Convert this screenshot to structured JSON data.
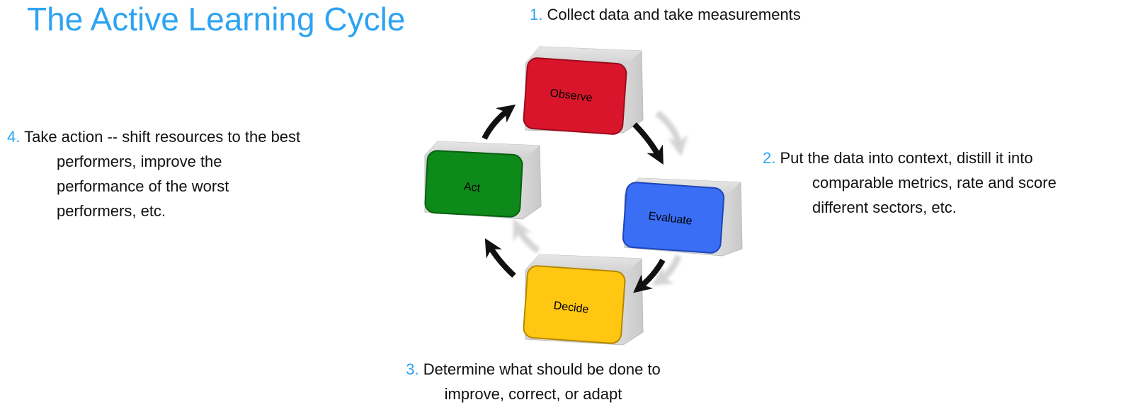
{
  "title": "The Active Learning Cycle",
  "stages": {
    "observe": {
      "label": "Observe",
      "color": "#d9152c"
    },
    "evaluate": {
      "label": "Evaluate",
      "color": "#3a6ef5"
    },
    "decide": {
      "label": "Decide",
      "color": "#ffc612"
    },
    "act": {
      "label": "Act",
      "color": "#0e8a1a"
    }
  },
  "steps": {
    "s1": {
      "num": "1.",
      "lines": [
        "Collect data and take measurements"
      ]
    },
    "s2": {
      "num": "2.",
      "lines": [
        "Put the data into context, distill it into",
        "comparable metrics, rate and score",
        "different sectors, etc."
      ]
    },
    "s3": {
      "num": "3.",
      "lines": [
        "Determine what should be done to",
        "improve, correct, or adapt"
      ]
    },
    "s4": {
      "num": "4.",
      "lines": [
        "Take action -- shift resources to the best",
        "performers,  improve the",
        "performance of the worst",
        "performers, etc."
      ]
    }
  },
  "colors": {
    "accent": "#2ea3f2",
    "arrow": "#111111",
    "shadow_arrow": "#d7d7d7"
  }
}
